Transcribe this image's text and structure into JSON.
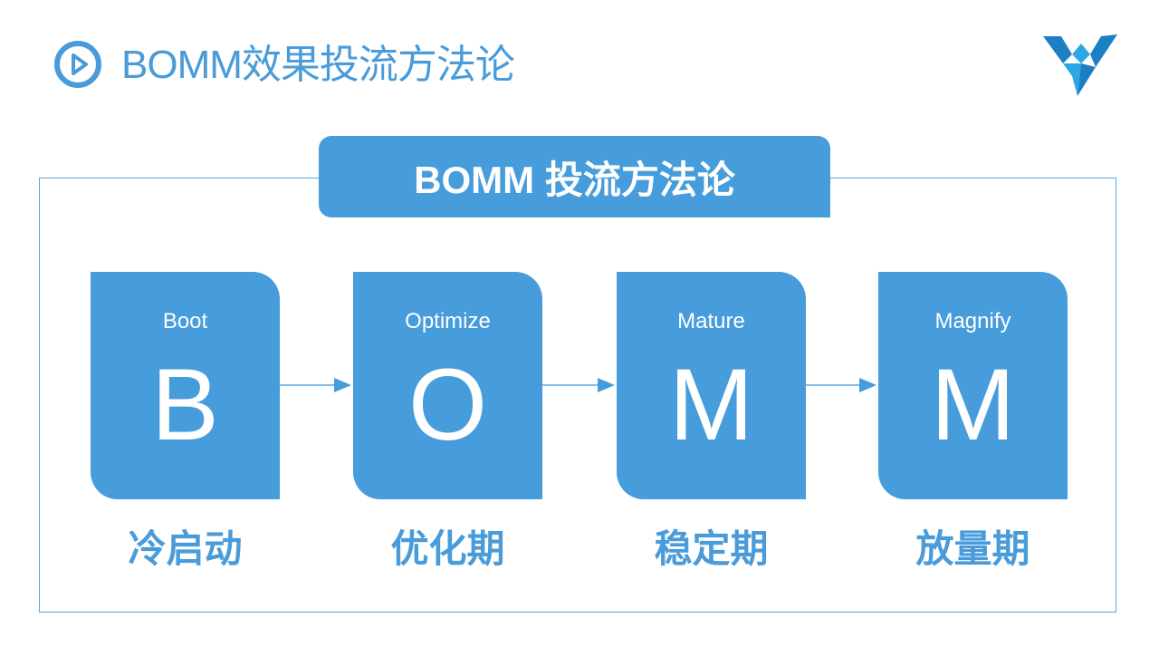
{
  "header": {
    "title": "BOMM效果投流方法论",
    "title_icon": "play-circle-icon",
    "logo_icon": "brand-logo-icon"
  },
  "banner": {
    "text": "BOMM 投流方法论"
  },
  "stages": [
    {
      "en": "Boot",
      "letter": "B",
      "zh": "冷启动"
    },
    {
      "en": "Optimize",
      "letter": "O",
      "zh": "优化期"
    },
    {
      "en": "Mature",
      "letter": "M",
      "zh": "稳定期"
    },
    {
      "en": "Magnify",
      "letter": "M",
      "zh": "放量期"
    }
  ],
  "colors": {
    "primary": "#479cdb",
    "title_text": "#4a9bd9",
    "frame_border": "#5aa6e0",
    "logo_dark": "#1b7fc4",
    "logo_light": "#2ca7e6"
  }
}
